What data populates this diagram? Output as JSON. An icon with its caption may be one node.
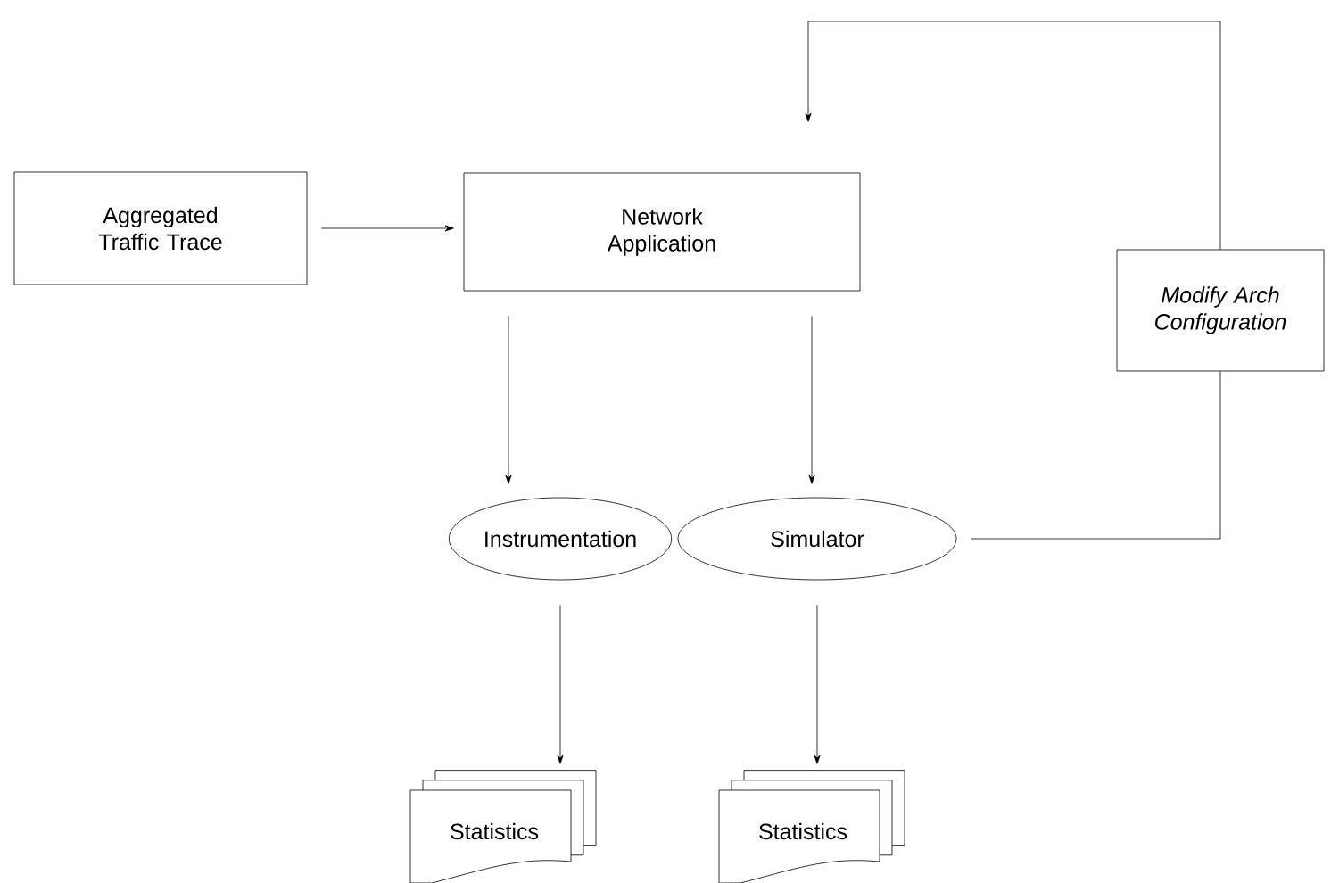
{
  "diagram": {
    "nodes": [
      {
        "text": [
          "Aggregated Traffic Trace"
        ]
      },
      {
        "text": [
          "Network Application"
        ]
      },
      {
        "text": [
          "Instrumentation"
        ]
      },
      {
        "text": [
          "Simulator"
        ]
      },
      {
        "text": [
          "Statistics"
        ]
      },
      {
        "text": [
          "Statistics"
        ]
      },
      {
        "text": [
          "Modify Arch Configuration"
        ]
      }
    ],
    "edges": [
      {
        "from": 0,
        "to": 1,
        "arrow": "to"
      },
      {
        "from": 1,
        "to": 2,
        "arrow": "to"
      },
      {
        "from": 1,
        "to": 3,
        "arrow": "to"
      },
      {
        "from": 2,
        "to": 4,
        "arrow": "to"
      },
      {
        "from": 3,
        "to": 5,
        "arrow": "to"
      },
      {
        "from": 3,
        "to": 6,
        "arrow": "none"
      },
      {
        "from": 6,
        "to": 1,
        "arrow": "to"
      }
    ]
  }
}
